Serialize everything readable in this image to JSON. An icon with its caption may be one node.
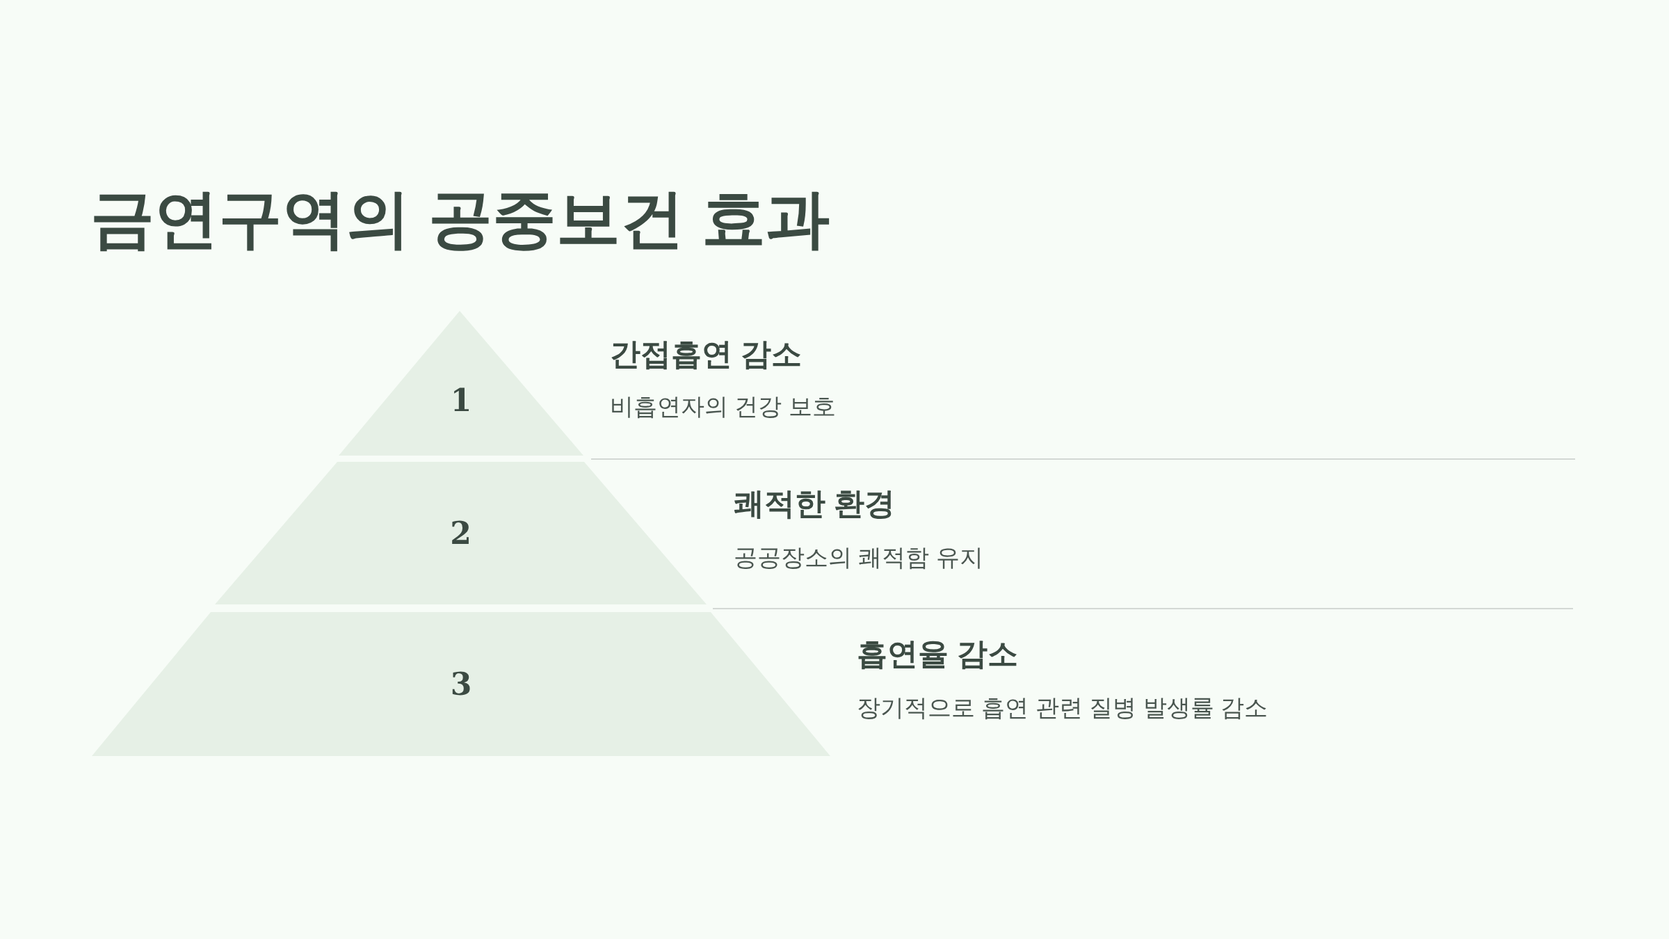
{
  "diagram": {
    "title": "금연구역의 공중보건 효과",
    "nodes": [
      {
        "text": [
          "1"
        ],
        "beside": [
          "간접흡연 감소",
          "비흡연자의 건강 보호"
        ]
      },
      {
        "text": [
          "2"
        ],
        "beside": [
          "쾌적한 환경",
          "공공장소의 쾌적함 유지"
        ]
      },
      {
        "text": [
          "3"
        ],
        "beside": [
          "흡연율 감소",
          "장기적으로 흡연 관련 질병 발생률 감소"
        ]
      }
    ],
    "edges": []
  }
}
